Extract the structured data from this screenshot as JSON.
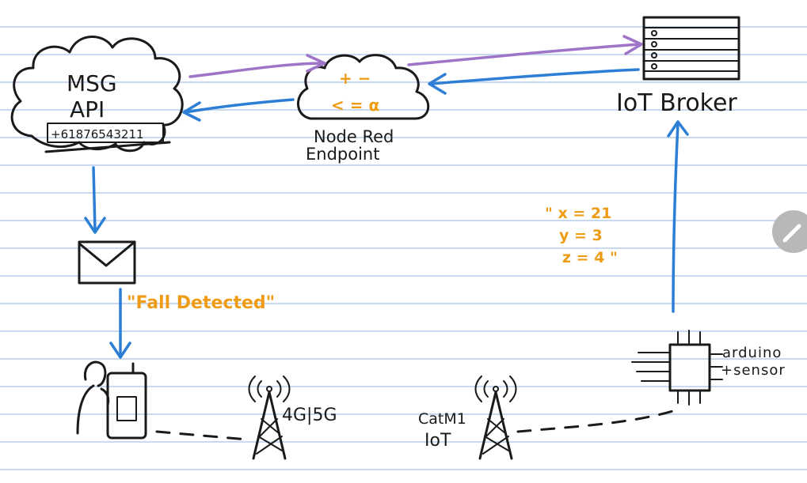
{
  "msg_api": {
    "title_line1": "MSG",
    "title_line2": "API",
    "phone": "+61876543211"
  },
  "nodered": {
    "symbols_top": "+ −",
    "symbols_bottom": "< = α",
    "label_line1": "Node Red",
    "label_line2": "Endpoint"
  },
  "iot_broker": {
    "label": "IoT Broker"
  },
  "message": {
    "text": "\"Fall Detected\""
  },
  "payload": {
    "line1": "\" x = 21",
    "line2": "y = 3",
    "line3": "z = 4 \""
  },
  "tower_mobile": {
    "label": "4G|5G"
  },
  "tower_catm1": {
    "label_line1": "CatM1",
    "label_line2": "IoT"
  },
  "arduino": {
    "label_line1": "arduino",
    "label_line2": "+sensor"
  },
  "colors": {
    "request_arrow": "#9d74c8",
    "response_arrow": "#2d7fd6",
    "annotation_text": "#ee9c16",
    "ink": "#1a1a1a",
    "ruled_line": "#c9d9ef"
  },
  "icons": [
    "cloud-icon",
    "envelope-icon",
    "person-icon",
    "phone-icon",
    "cell-tower-icon",
    "server-rack-icon",
    "chip-icon",
    "pencil-icon"
  ]
}
